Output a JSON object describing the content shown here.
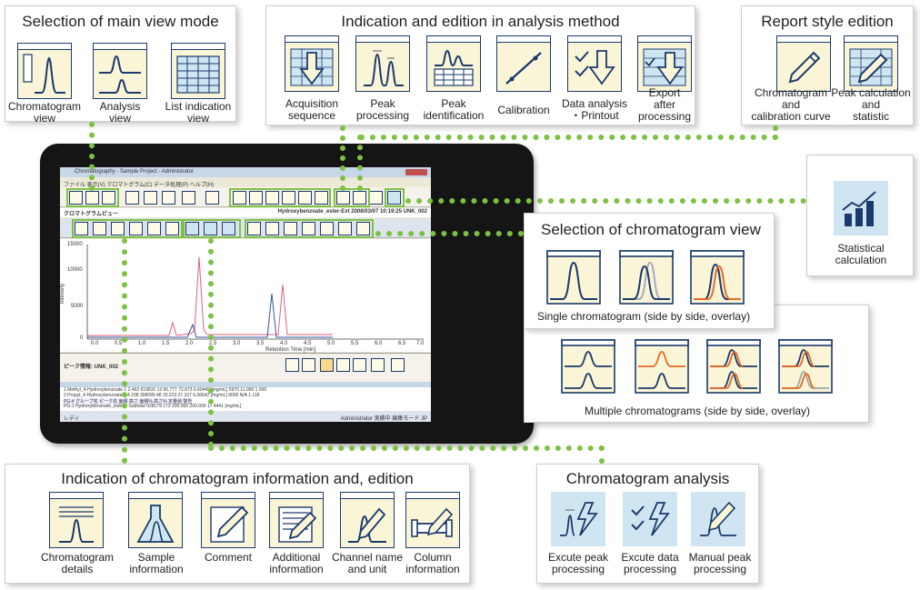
{
  "main_view": {
    "title": "Selection of main view mode",
    "items": [
      {
        "label": "Chromatogram\nview"
      },
      {
        "label": "Analysis\nview"
      },
      {
        "label": "List indication\nview"
      }
    ]
  },
  "analysis_method": {
    "title": "Indication and edition in analysis method",
    "items": [
      {
        "label": "Acquisition\nsequence"
      },
      {
        "label": "Peak\nprocessing"
      },
      {
        "label": "Peak\nidentification"
      },
      {
        "label": "Calibration"
      },
      {
        "label": "Data analysis\n・Printout"
      },
      {
        "label": "Export\nafter\nprocessing"
      }
    ]
  },
  "report_style": {
    "title": "Report style edition",
    "items": [
      {
        "label": "Chromatogram\nand\ncalibration curve"
      },
      {
        "label": "Peak calculation\nand\nstatistic"
      }
    ]
  },
  "statistical": {
    "label": "Statistical\ncalculation"
  },
  "chrom_view": {
    "title": "Selection of chromatogram view",
    "single_caption": "Single chromatogram (side by side, overlay)",
    "multiple_caption": "Multiple chromatograms (side by side, overlay)"
  },
  "chrom_info": {
    "title": "Indication of chromatogram information and, edition",
    "items": [
      {
        "label": "Chromatogram\ndetails"
      },
      {
        "label": "Sample\ninformation"
      },
      {
        "label": "Comment"
      },
      {
        "label": "Additional\ninformation"
      },
      {
        "label": "Channel name\nand unit"
      },
      {
        "label": "Column\ninformation"
      }
    ]
  },
  "chrom_analysis": {
    "title": "Chromatogram analysis",
    "items": [
      {
        "label": "Excute peak\nprocessing"
      },
      {
        "label": "Excute data\nprocessing"
      },
      {
        "label": "Manual peak\nprocessing"
      }
    ]
  },
  "screen": {
    "window_title": "Chromatography - Sample Project - Administrator",
    "menu": "ファイル  表示(V)  クロマトグラム(C)  データ処理(P)  ヘルプ(H)",
    "pane_title": "クロマトグラムビュー",
    "file_info": "Hydroxybenzoate_ester-Ext  2008/03/07  10:19:25  UNK_002",
    "x_label": "Retention Time [min]",
    "y_label": "Intensity",
    "y_ticks": [
      "15000",
      "10000",
      "5000",
      "0"
    ],
    "x_ticks": [
      "0.0",
      "0.5",
      "1.0",
      "1.5",
      "2.0",
      "2.5",
      "3.0",
      "3.5",
      "4.0",
      "4.5",
      "5.0",
      "5.5",
      "6.0",
      "6.5",
      "7.0"
    ],
    "peak_info_title": "ピーク情報: UNK_002",
    "table_rows": [
      "1     Methyl_4-Hydroxybenzoate  1    2.492   619810   12   66.777   72.673   6.60449 [mg/mL]   5970   11.090   1.000",
      "2     Propyl_4-Hydroxybenzoate  1    4.158   308089   48   33.223   27.327   6.06642 [mg/mL]   9006   N/A   1.118",
      "PG-#  グループ名              ピーク名   面積   高さ   面積%   高さ%   定量値           警告",
      "PG-1  Hydroxybenzoate_ester   1   Subtotal   928179   173   200.000   200.000   17.4441 [mg/mL]"
    ],
    "status_left": "レディ",
    "status_right": "Administrator  実績中  編集モード  JP"
  }
}
